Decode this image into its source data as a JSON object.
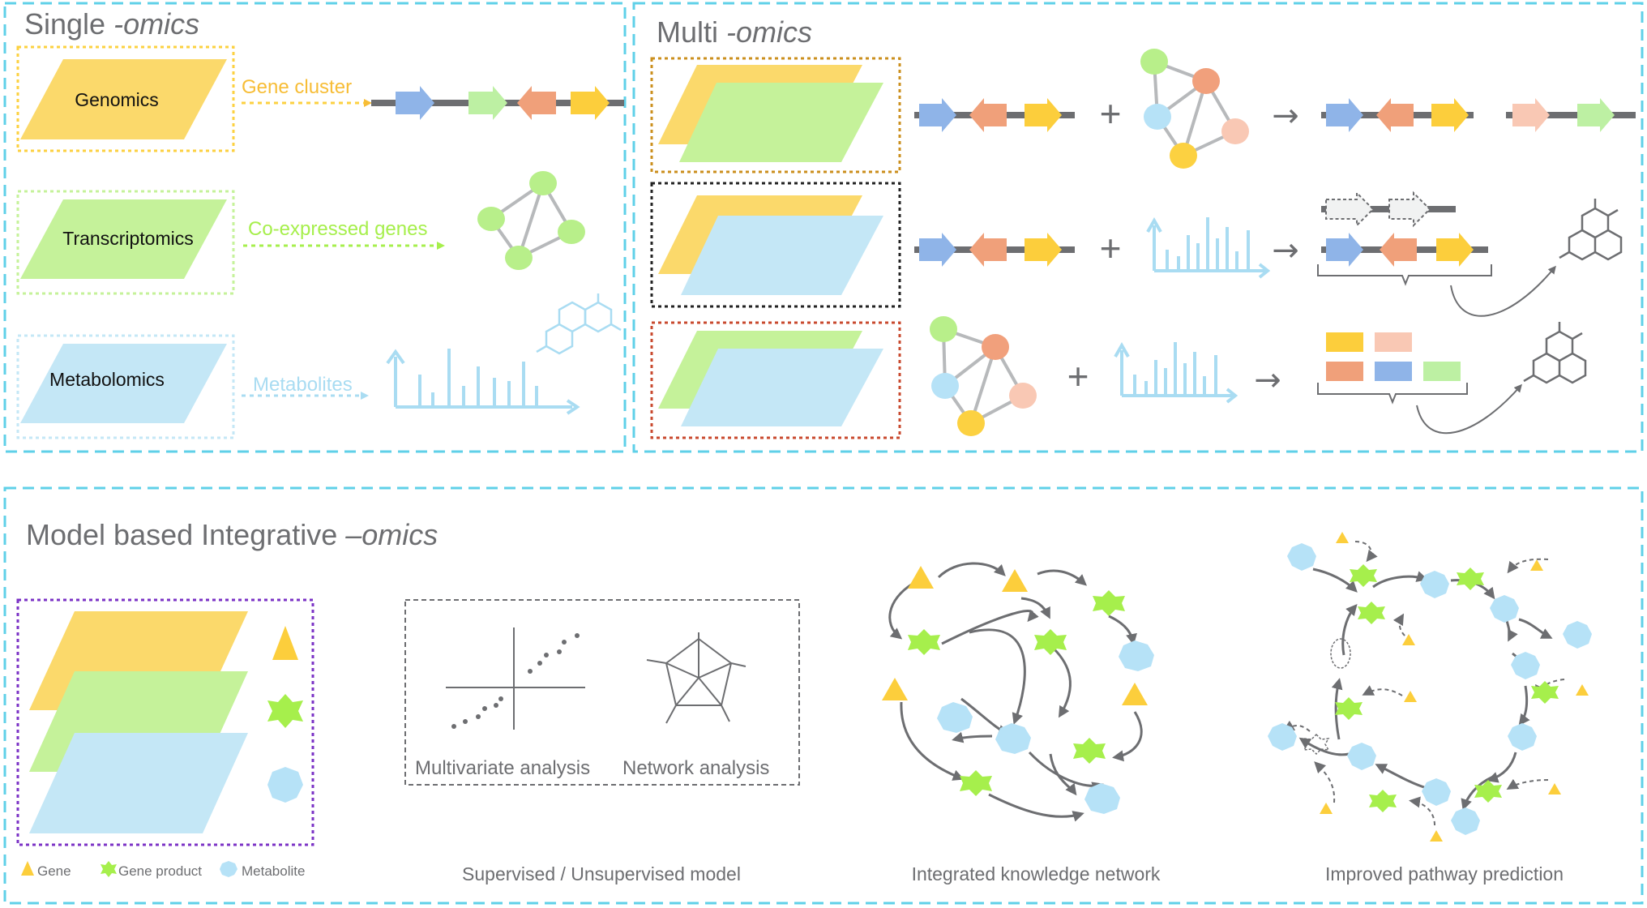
{
  "single_omics": {
    "title_plain": "Single ",
    "title_italic": "-omics",
    "genomics_label": "Genomics",
    "transcriptomics_label": "Transcriptomics",
    "metabolomics_label": "Metabolomics",
    "gene_cluster_label": "Gene cluster",
    "coexpressed_label": "Co-expressed genes",
    "metabolites_label": "Metabolites"
  },
  "multi_omics": {
    "title_plain": "Multi ",
    "title_italic": "-omics",
    "plus": "+",
    "arrow": "→"
  },
  "model_based": {
    "title_plain": "Model based Integrative ",
    "title_italic": "–omics",
    "multivariate_label": "Multivariate analysis",
    "network_label": "Network analysis",
    "supervised_caption": "Supervised / Unsupervised model",
    "knowledge_caption": "Integrated knowledge network",
    "pathway_caption": "Improved pathway prediction"
  },
  "legend": {
    "gene": "Gene",
    "gene_product": "Gene product",
    "metabolite": "Metabolite"
  },
  "colors": {
    "frame": "#5fd0e8",
    "yellow": "#fbd96b",
    "green": "#c5f29a",
    "blue": "#c4e7f6",
    "gray": "#6d6e71",
    "gene_arrow_blue": "#8fb4e8",
    "gene_arrow_green": "#bdf0a3",
    "gene_arrow_orange": "#f0a07a",
    "gene_arrow_yellow": "#fcce3c",
    "node_green": "#b8ef8a",
    "node_orange": "#f1a07c",
    "node_blue": "#b6e2f7",
    "node_yellow": "#fcd141",
    "node_peach": "#f9c8b4",
    "gene_cluster_text": "#f7bd36",
    "coexpressed_text": "#a6ef4c",
    "metabolites_text": "#a9dcf2",
    "box_gold": "#cb8f1d",
    "box_black": "#222222",
    "box_red": "#c8492e",
    "box_purple": "#7b32c6"
  }
}
